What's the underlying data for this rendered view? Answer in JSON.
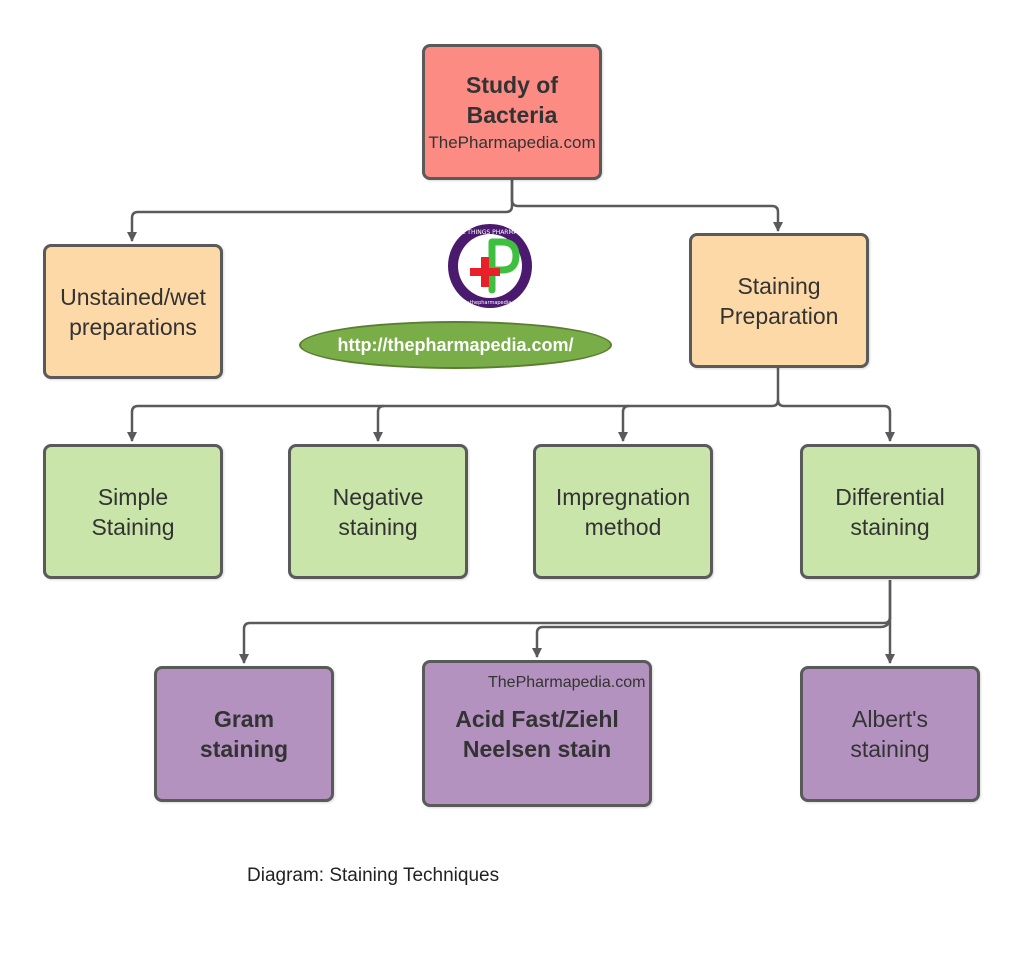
{
  "nodes": {
    "root": {
      "line1": "Study of",
      "line2": "Bacteria",
      "sub": "ThePharmapedia.com"
    },
    "unstained": {
      "line1": "Unstained/wet",
      "line2": "preparations"
    },
    "staining_prep": {
      "line1": "Staining",
      "line2": "Preparation"
    },
    "simple": {
      "line1": "Simple",
      "line2": "Staining"
    },
    "negative": {
      "line1": "Negative",
      "line2": "staining"
    },
    "impregnation": {
      "line1": "Impregnation",
      "line2": "method"
    },
    "differential": {
      "line1": "Differential",
      "line2": "staining"
    },
    "gram": {
      "line1": "Gram",
      "line2": "staining"
    },
    "acid_fast": {
      "line1": "Acid Fast/Ziehl",
      "line2": "Neelsen stain"
    },
    "albert": {
      "line1": "Albert's",
      "line2": "staining"
    }
  },
  "watermark": "ThePharmapedia.com",
  "url_label": "http://thepharmapedia.com/",
  "logo": {
    "icon": "thepharmapedia-logo-icon",
    "ring_text": "ALL THINGS PHARMACY",
    "bottom_text": "www.thepharmapedia.com"
  },
  "caption": "Diagram: Staining Techniques",
  "colors": {
    "root": "#fc8b84",
    "level1": "#fdd9a8",
    "level2": "#c9e5a9",
    "level3": "#b492c0",
    "url_pill": "#78ad47",
    "connector": "#5a5a5a"
  }
}
